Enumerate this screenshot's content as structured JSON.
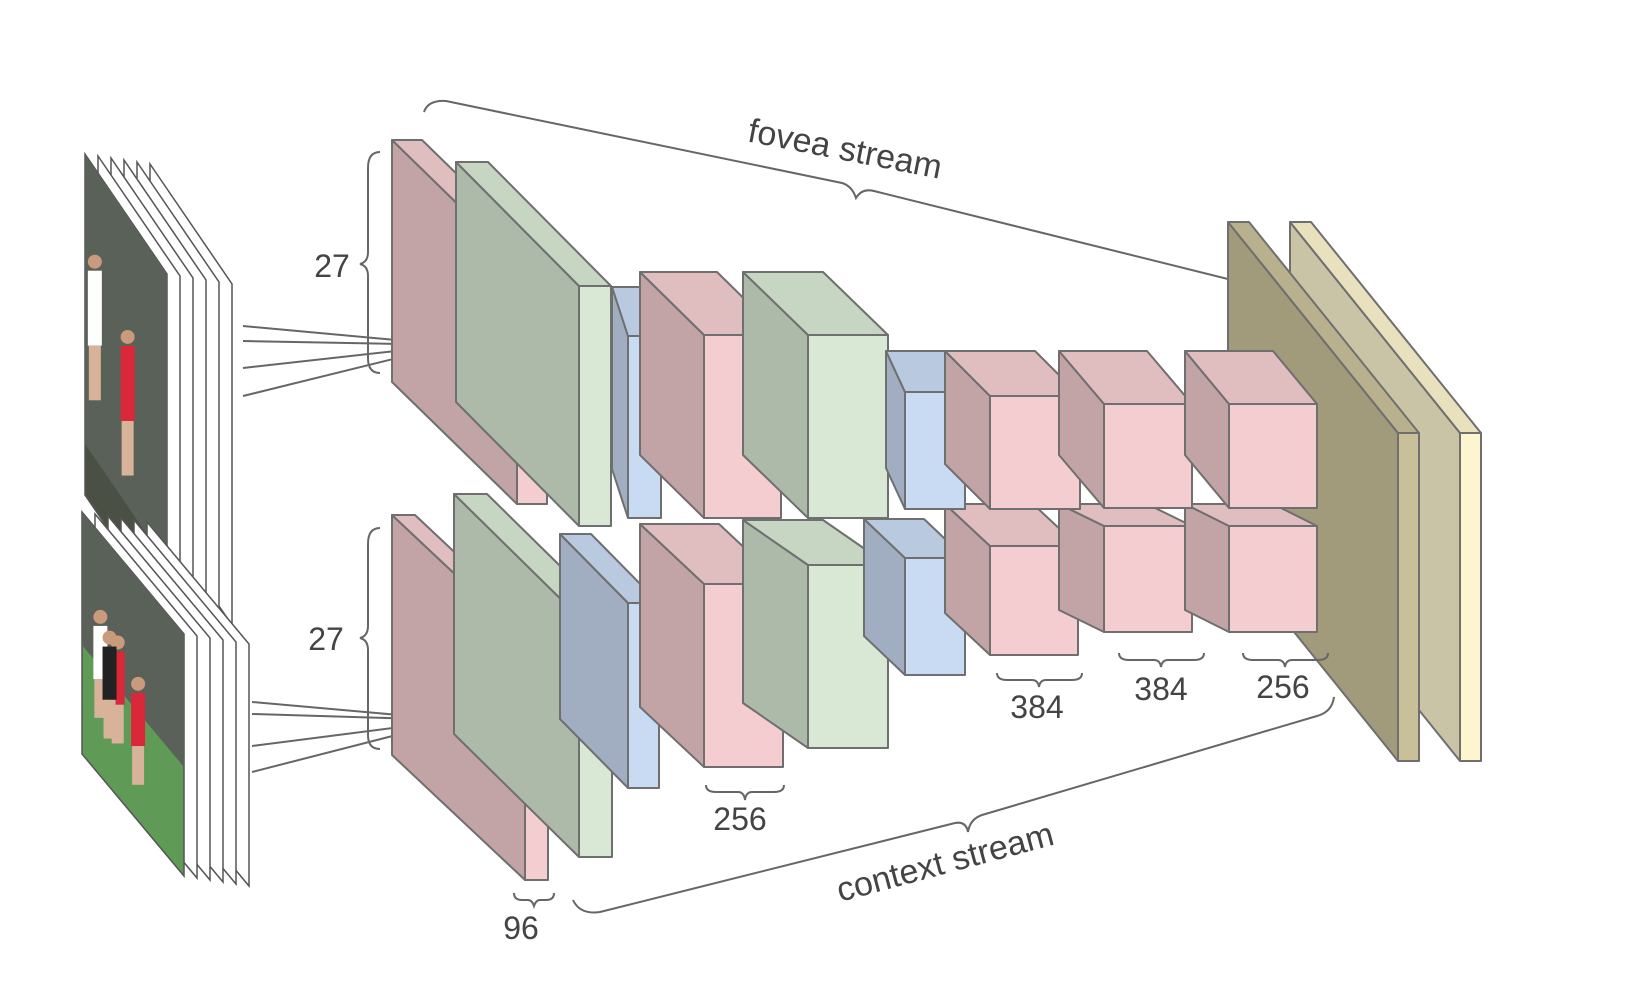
{
  "labels": {
    "fovea_stream": "fovea stream",
    "context_stream": "context stream",
    "fovea_input_size": "27",
    "context_input_size": "27",
    "conv1_channels": "96",
    "conv2_channels": "256",
    "conv3_channels": "384",
    "conv4_channels": "384",
    "conv5_channels": "256"
  },
  "colors": {
    "conv": "#f4cdd0",
    "norm": "#d8e8d4",
    "pool": "#c9daf3",
    "fc": "#c9c09a",
    "fc_light": "#fdf5cf",
    "frame_grass": "#5f9a57",
    "frame_dark": "#4b5045",
    "jersey_red": "#d8283a"
  },
  "icons": {
    "fovea_frames": "video-frame-stack-icon",
    "context_frames": "video-frame-stack-icon"
  }
}
